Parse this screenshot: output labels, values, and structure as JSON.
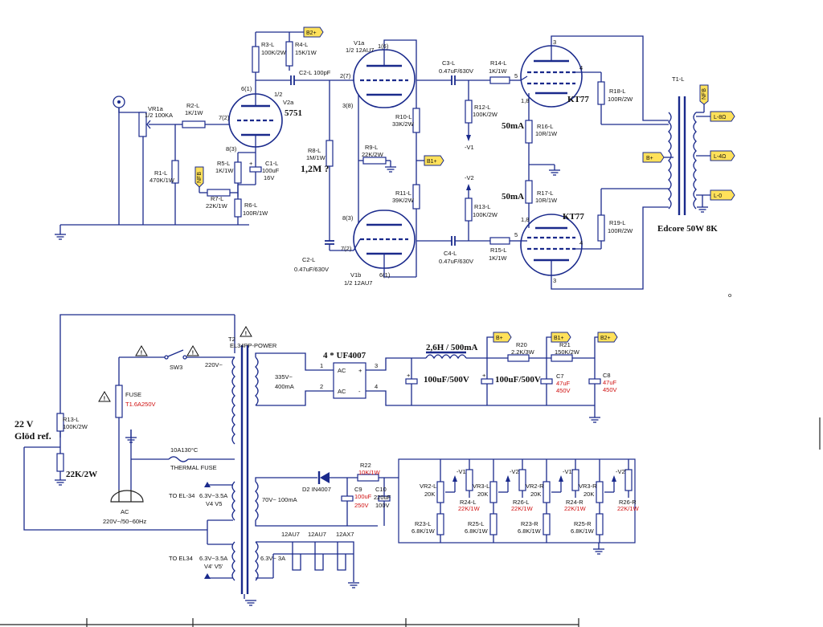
{
  "top": {
    "tubes": {
      "v2a": {
        "ref": "V2a",
        "type": "5751",
        "pin_plate": "6(1)",
        "pin_grid": "7(2)",
        "pin_cathode": "8(3)",
        "section": "1/2"
      },
      "v1a": {
        "ref": "V1a",
        "type": "1/2 12AU7",
        "pin_top": "1(6)",
        "pin_grid": "2(7)",
        "pin_cathode": "3(8)"
      },
      "v1b": {
        "ref": "V1b",
        "type": "1/2 12AU7",
        "pin_cathode": "8(3)",
        "pin_grid": "7(2)",
        "pin_plate": "6(1)"
      },
      "kt77_top": {
        "type": "KT77",
        "pin3": "3",
        "pin4": "4",
        "pin5": "5",
        "pin18": "1,8"
      },
      "kt77_bot": {
        "type": "KT77",
        "pin3": "3",
        "pin4": "4",
        "pin5": "5",
        "pin18": "1,8"
      }
    },
    "components": {
      "vr1a": {
        "ref": "VR1a",
        "value": "1/2 100KA"
      },
      "r1": {
        "ref": "R1-L",
        "value": "470K/1W"
      },
      "r2": {
        "ref": "R2-L",
        "value": "1K/1W"
      },
      "r3": {
        "ref": "R3-L",
        "value": "100K/2W"
      },
      "r4": {
        "ref": "R4-L",
        "value": "15K/1W"
      },
      "r5": {
        "ref": "R5-L",
        "value": "1K/1W"
      },
      "r6": {
        "ref": "R6-L",
        "value": "100R/1W"
      },
      "r7": {
        "ref": "R7-L",
        "value": "22K/1W"
      },
      "c1": {
        "ref": "C1-L",
        "value": "100uF",
        "volt": "16V"
      },
      "c2": {
        "ref": "C2-L",
        "value": "100pF"
      },
      "r8": {
        "ref": "R8-L",
        "value": "1M/1W"
      },
      "r8note": "1,2M ?",
      "r9": {
        "ref": "R9-L",
        "value": "22K/2W"
      },
      "r10": {
        "ref": "R10-L",
        "value": "33K/2W"
      },
      "r11": {
        "ref": "R11-L",
        "value": "39K/2W"
      },
      "c2b": {
        "ref": "C2-L",
        "value": "0.47uF/630V"
      },
      "c3": {
        "ref": "C3-L",
        "value": "0.47uF/630V"
      },
      "c4": {
        "ref": "C4-L",
        "value": "0.47uF/630V"
      },
      "r12": {
        "ref": "R12-L",
        "value": "100K/2W"
      },
      "r13": {
        "ref": "R13-L",
        "value": "100K/2W"
      },
      "r14": {
        "ref": "R14-L",
        "value": "1K/1W"
      },
      "r15": {
        "ref": "R15-L",
        "value": "1K/1W"
      },
      "r16": {
        "ref": "R16-L",
        "value": "10R/1W"
      },
      "r17": {
        "ref": "R17-L",
        "value": "10R/1W"
      },
      "r18": {
        "ref": "R18-L",
        "value": "100R/2W"
      },
      "r19": {
        "ref": "R19-L",
        "value": "100R/2W"
      },
      "t1": {
        "ref": "T1-L",
        "label": "Edcore 50W 8K"
      }
    },
    "currents": {
      "top": "50mA",
      "bot": "50mA"
    },
    "nets": {
      "v1": "-V1",
      "v2": "-V2"
    },
    "tags": {
      "b2": "B2+",
      "b1": "B1+",
      "bplus": "B+",
      "nfb": "NFB",
      "nfb_out": "NFB"
    },
    "outputs": {
      "l8": "L-8Ω",
      "l4": "L-4Ω",
      "l0": "L-0"
    },
    "dot": "o"
  },
  "psu": {
    "t2": {
      "ref": "T2",
      "label": "EL34PP-POWER"
    },
    "sw3": "SW3",
    "v220": "220V~",
    "fuse": {
      "label": "FUSE",
      "value": "T1.6A250V"
    },
    "thermal": {
      "rating": "10A130°C",
      "label": "THERMAL FUSE"
    },
    "ac": {
      "label": "AC",
      "spec": "220V~/50~60Hz"
    },
    "glod": {
      "volt": "22 V",
      "label": "Glöd ref."
    },
    "r13b": {
      "ref": "R13-L",
      "value": "100K/2W"
    },
    "r22k": "22K/2W",
    "sec_hv": {
      "volt": "335V~",
      "cur": "400mA"
    },
    "bridge": {
      "label": "4 * UF4007",
      "ac1": "AC",
      "ac2": "AC",
      "p1": "1",
      "p2": "2",
      "p3": "3",
      "p4": "4",
      "plus": "+",
      "minus": "-"
    },
    "choke": "2,6H / 500mA",
    "c_a": "100uF/500V",
    "c_b": "100uF/500V",
    "r20": {
      "ref": "R20",
      "value": "2.2K/3W"
    },
    "r21": {
      "ref": "R21",
      "value": "150K/2W"
    },
    "c7": {
      "ref": "C7",
      "value": "47uF",
      "volt": "450V"
    },
    "c8": {
      "ref": "C8",
      "value": "47uF",
      "volt": "450V"
    },
    "el34a": {
      "label": "TO EL-34",
      "spec": "6.3V~3.5A",
      "pins": "V4 V5"
    },
    "el34b": {
      "label": "TO EL34",
      "spec": "6.3V~3.5A",
      "pins": "V4' V5'"
    },
    "bias_sec": "70V~ 100mA",
    "d2": {
      "ref": "D2",
      "value": "IN4007"
    },
    "r22": {
      "ref": "R22",
      "value": "10K/1W"
    },
    "c9": {
      "ref": "C9",
      "value": "100uF",
      "volt": "250V"
    },
    "c10": {
      "ref": "C10",
      "value": "220uF",
      "volt": "100V"
    },
    "heater": {
      "sec": "6.3V~ 3A",
      "t1": "12AU7",
      "t2": "12AU7",
      "t3": "12AX7"
    },
    "bias": [
      {
        "vr": "VR2-L",
        "vrv": "20K",
        "net": "-V1",
        "r24": "R24-L",
        "r24v": "22K/1W",
        "r23": "R23-L",
        "r23v": "6.8K/1W"
      },
      {
        "vr": "VR3-L",
        "vrv": "20K",
        "net": "-V2",
        "r24": "R26-L",
        "r24v": "22K/1W",
        "r23": "R25-L",
        "r23v": "6.8K/1W"
      },
      {
        "vr": "VR2-R",
        "vrv": "20K",
        "net": "-V1'",
        "r24": "R24-R",
        "r24v": "22K/1W",
        "r23": "R23-R",
        "r23v": "6.8K/1W"
      },
      {
        "vr": "VR3-R",
        "vrv": "20K",
        "net": "-V2'",
        "r24": "R26-R",
        "r24v": "22K/1W",
        "r23": "R25-R",
        "r23v": "6.8K/1W"
      }
    ],
    "r26l": {
      "ref": "R26-L",
      "value": "22K/1W"
    },
    "r25l": {
      "ref": "R25-L",
      "value": "6.8K/1W"
    }
  }
}
